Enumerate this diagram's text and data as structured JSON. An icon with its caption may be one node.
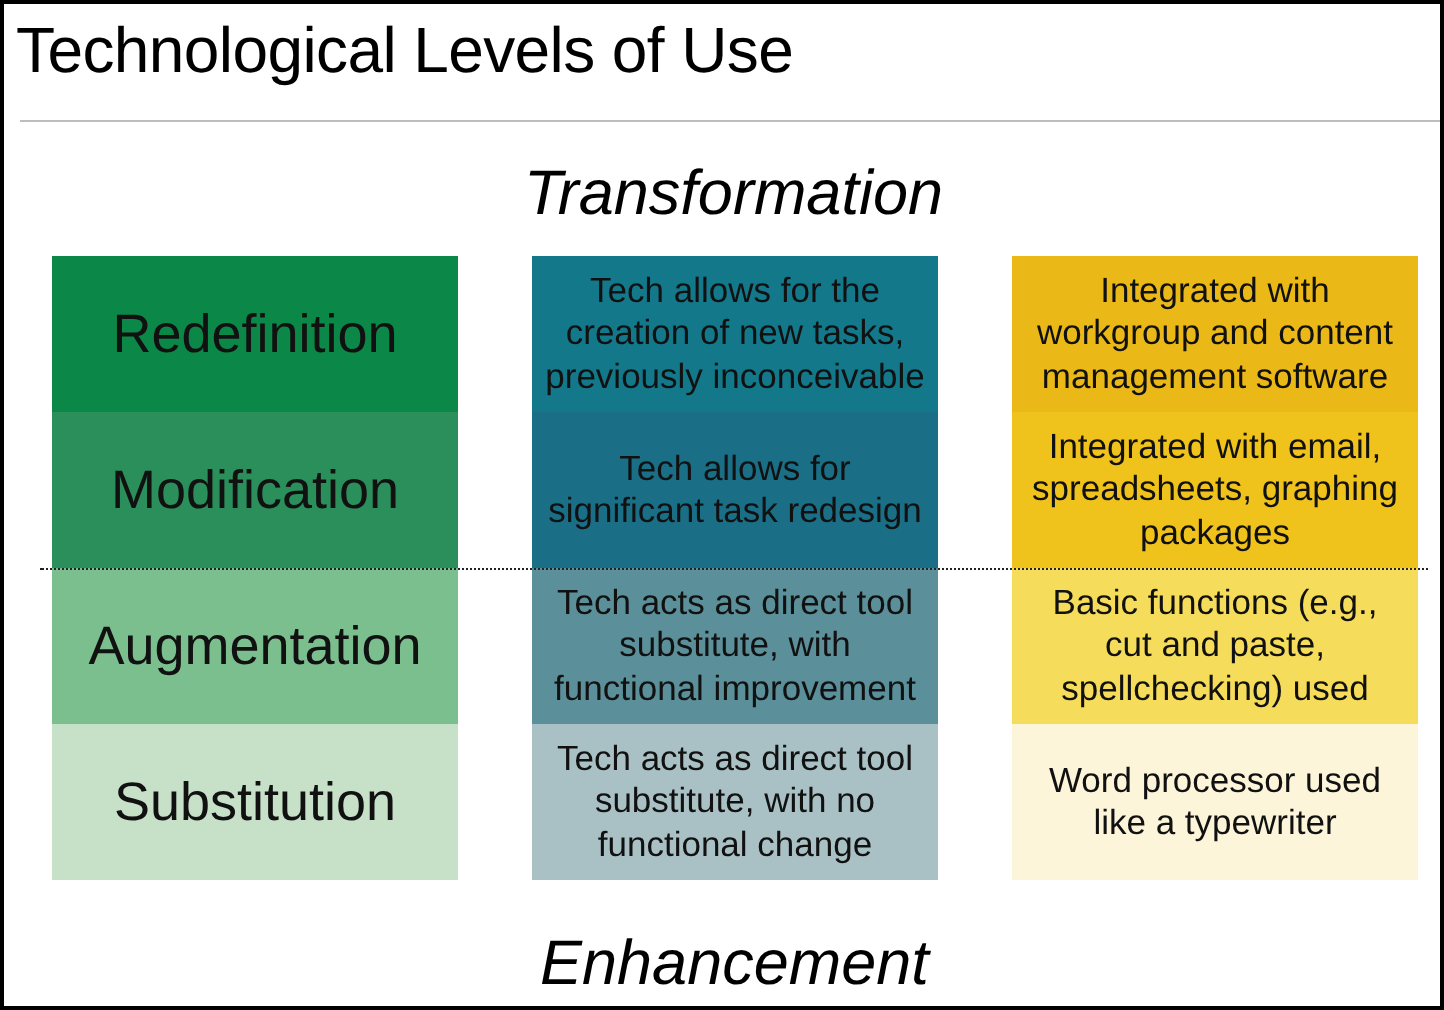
{
  "diagram": {
    "title": "Technological Levels of Use",
    "nodes": [
      {
        "text": [
          "Redefinition"
        ]
      },
      {
        "text": [
          "Tech allows for the creation of new tasks, previously inconceivable"
        ]
      },
      {
        "text": [
          "Integrated with workgroup and content management software"
        ]
      },
      {
        "text": [
          "Modification"
        ]
      },
      {
        "text": [
          "Tech allows for significant task redesign"
        ]
      },
      {
        "text": [
          "Integrated with email, spreadsheets, graphing packages"
        ]
      },
      {
        "text": [
          "Augmentation"
        ]
      },
      {
        "text": [
          "Tech acts as direct tool substitute, with functional improvement"
        ]
      },
      {
        "text": [
          "Basic functions (e.g., cut and paste, spellchecking) used"
        ]
      },
      {
        "text": [
          "Substitution"
        ]
      },
      {
        "text": [
          "Tech acts as direct tool substitute, with no functional change"
        ]
      },
      {
        "text": [
          "Word processor used like a typewriter"
        ]
      }
    ],
    "labels": [
      "Transformation",
      "Enhancement"
    ]
  }
}
